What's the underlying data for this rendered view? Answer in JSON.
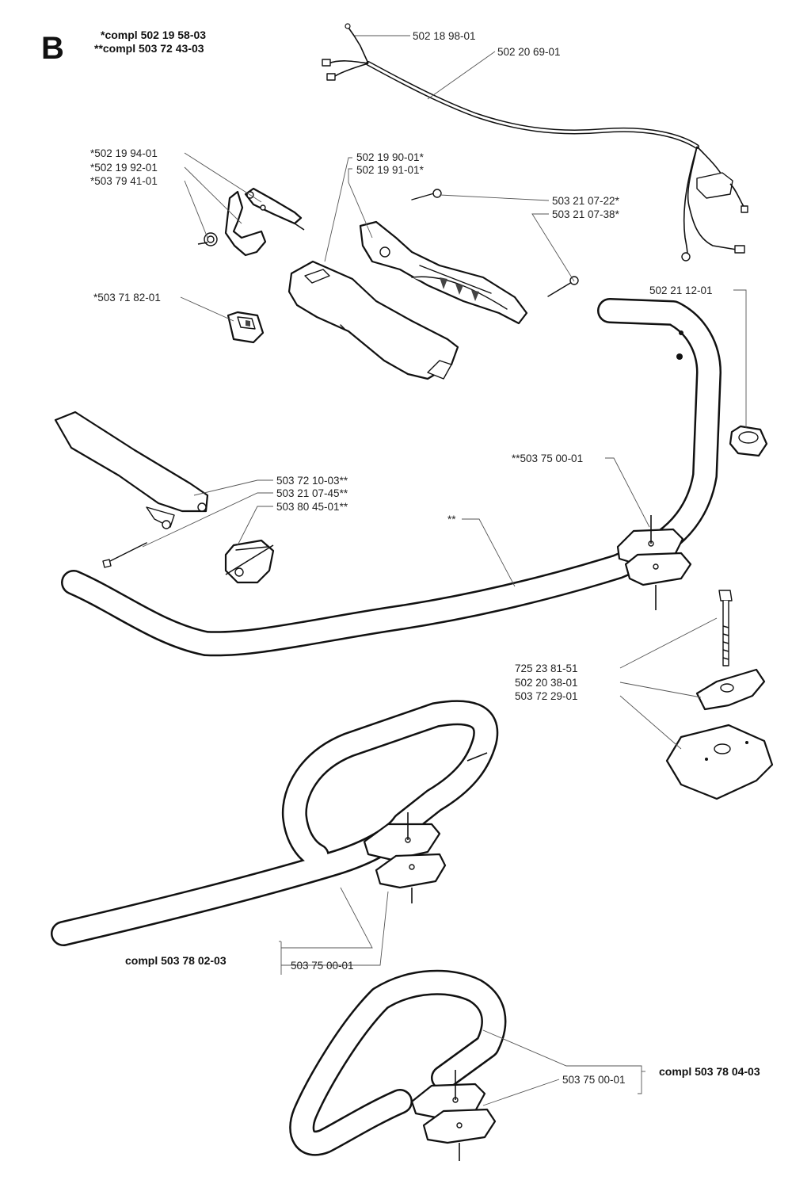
{
  "section": {
    "letter": "B"
  },
  "header": {
    "compl_single_star": "*compl 502 19 58-03",
    "compl_double_star": "**compl 503 72 43-03"
  },
  "labels": {
    "cable_tip": "502 18 98-01",
    "cable": "502 20 69-01",
    "trigger_a": "*502 19 94-01",
    "trigger_b": "*502 19 92-01",
    "trigger_spring": "*503 79 41-01",
    "handle_half_a": "502 19 90-01*",
    "handle_half_b": "502 19 91-01*",
    "screw_short": "503 21 07-22*",
    "screw_long": "503 21 07-38*",
    "stop_switch": "*503 71 82-01",
    "end_cap": "502 21 12-01",
    "clamp_double": "**503 75 00-01",
    "left_grip": "503 72 10-03**",
    "grip_screw": "503 21 07-45**",
    "grip_sleeve": "503 80 45-01**",
    "handlebar": "**",
    "bolt": "725 23 81-51",
    "knob": "502 20 38-01",
    "base_plate": "503 72 29-01",
    "loop_clamp_1": "503 75 00-01",
    "loop_clamp_2": "503 75 00-01"
  },
  "kits": {
    "loop_handle_1": "compl 503 78 02-03",
    "loop_handle_2": "compl 503 78 04-03"
  }
}
